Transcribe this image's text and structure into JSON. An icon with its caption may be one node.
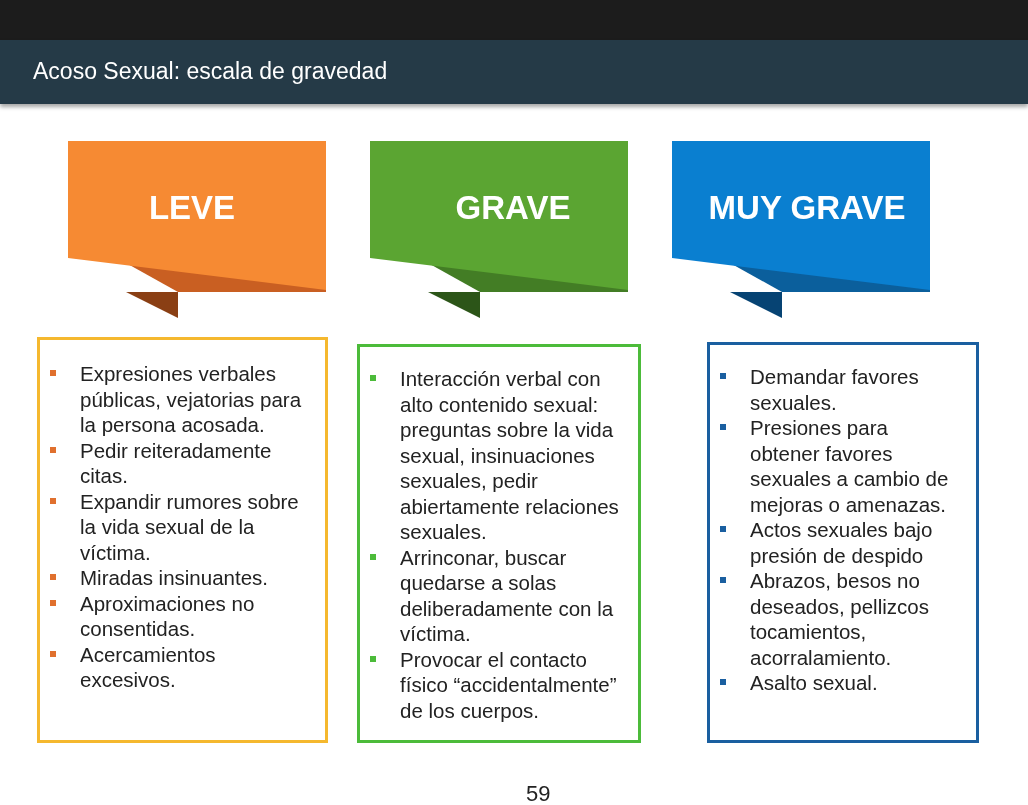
{
  "diagram": {
    "title": "Acoso Sexual: escala de gravedad",
    "nodes": [
      {
        "text": [
          "LEVE"
        ]
      },
      {
        "text": [
          "GRAVE"
        ]
      },
      {
        "text": [
          "MUY GRAVE"
        ]
      },
      {
        "text": [
          "Expresiones verbales públicas, vejatorias para la persona acosada.",
          "Pedir reiteradamente citas.",
          "Expandir rumores sobre la vida sexual de la víctima.",
          "Miradas insinuantes.",
          "Aproximaciones no consentidas.",
          "Acercamientos excesivos."
        ]
      },
      {
        "text": [
          "Interacción verbal con alto contenido sexual: preguntas sobre la vida sexual, insinuaciones sexuales, pedir abiertamente relaciones sexuales.",
          "Arrinconar, buscar quedarse a solas deliberadamente con la víctima.",
          "Provocar el contacto físico “accidentalmente” de los cuerpos."
        ]
      },
      {
        "text": [
          "Demandar favores sexuales.",
          "Presiones para obtener favores sexuales a cambio de mejoras o amenazas.",
          "Actos sexuales bajo presión de despido",
          "Abrazos, besos no deseados, pellizcos tocamientos, acorralamiento.",
          "Asalto sexual."
        ]
      }
    ],
    "labels": [
      "59"
    ]
  }
}
